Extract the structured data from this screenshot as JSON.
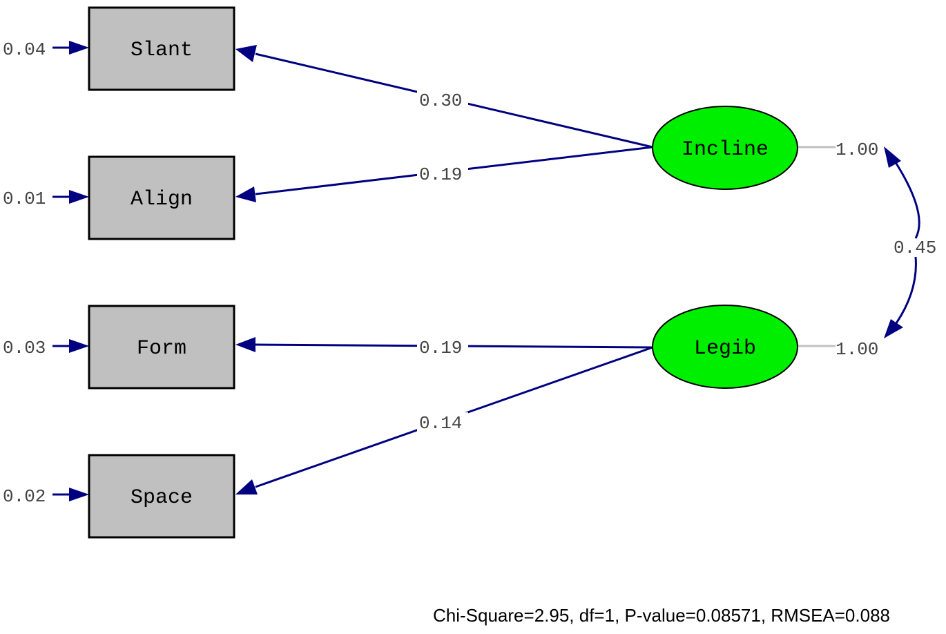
{
  "colors": {
    "observed_fill": "#c0c0c0",
    "latent_fill": "#00ee00",
    "path_color": "#000080",
    "variance_line_color": "#c0c0c0"
  },
  "observed": [
    {
      "name": "Slant",
      "error_variance": "0.04"
    },
    {
      "name": "Align",
      "error_variance": "0.01"
    },
    {
      "name": "Form",
      "error_variance": "0.03"
    },
    {
      "name": "Space",
      "error_variance": "0.02"
    }
  ],
  "latent": [
    {
      "name": "Incline",
      "variance": "1.00"
    },
    {
      "name": "Legib",
      "variance": "1.00"
    }
  ],
  "loadings": [
    {
      "from": "Incline",
      "to": "Slant",
      "value": "0.30"
    },
    {
      "from": "Incline",
      "to": "Align",
      "value": "0.19"
    },
    {
      "from": "Legib",
      "to": "Form",
      "value": "0.19"
    },
    {
      "from": "Legib",
      "to": "Space",
      "value": "0.14"
    }
  ],
  "covariance": {
    "between": [
      "Incline",
      "Legib"
    ],
    "value": "0.45"
  },
  "fit_statistics": "Chi-Square=2.95, df=1, P-value=0.08571, RMSEA=0.088"
}
